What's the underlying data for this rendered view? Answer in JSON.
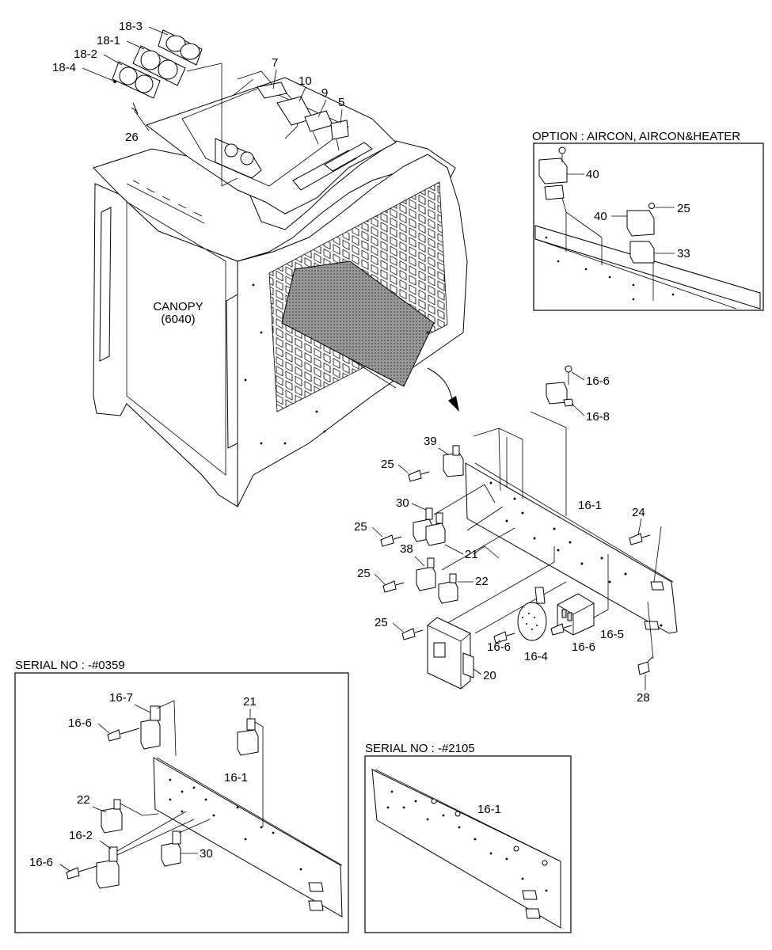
{
  "canopy": {
    "name": "CANOPY",
    "code": "(6040)"
  },
  "options": {
    "aircon": "OPTION : AIRCON, AIRCON&HEATER",
    "serial_0359": "SERIAL NO : -#0359",
    "serial_2105": "SERIAL NO : -#2105"
  },
  "labels": {
    "l18_3": "18-3",
    "l18_1": "18-1",
    "l18_2": "18-2",
    "l18_4": "18-4",
    "l26": "26",
    "l7": "7",
    "l10": "10",
    "l9": "9",
    "l5": "5",
    "o40a": "40",
    "o40b": "40",
    "o25": "25",
    "o33": "33",
    "l16_6a": "16-6",
    "l16_8": "16-8",
    "l39": "39",
    "l25a": "25",
    "l30": "30",
    "l16_1": "16-1",
    "l24": "24",
    "l25b": "25",
    "l21": "21",
    "l38": "38",
    "l25c": "25",
    "l22": "22",
    "l25d": "25",
    "l16_6b": "16-6",
    "l16_4": "16-4",
    "l16_6c": "16-6",
    "l16_5": "16-5",
    "l20": "20",
    "l28": "28",
    "s16_7": "16-7",
    "s16_6a": "16-6",
    "s21": "21",
    "s16_1": "16-1",
    "s22": "22",
    "s16_2": "16-2",
    "s16_6b": "16-6",
    "s30": "30",
    "t16_1": "16-1"
  }
}
